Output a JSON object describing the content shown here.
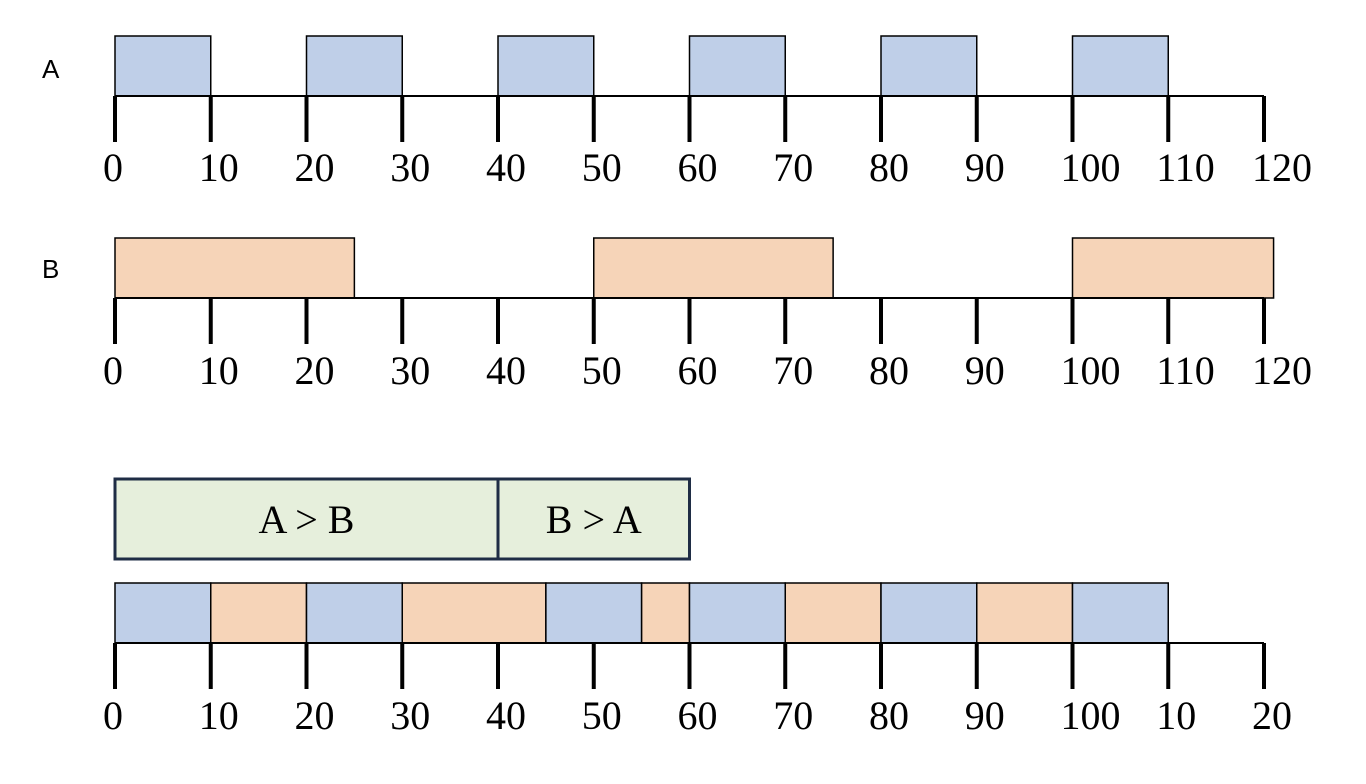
{
  "colors": {
    "task_a": "#bfcfe8",
    "task_b": "#f6d4b8",
    "priority_box": "#e6efdc",
    "priority_border": "#1f2d45",
    "axis": "#000000",
    "block_border": "#000000"
  },
  "timelines": [
    {
      "label": "A",
      "task": "a",
      "blocks": [
        [
          0,
          10
        ],
        [
          20,
          30
        ],
        [
          40,
          50
        ],
        [
          60,
          70
        ],
        [
          80,
          90
        ],
        [
          100,
          110
        ]
      ],
      "ticks": [
        0,
        10,
        20,
        30,
        40,
        50,
        60,
        70,
        80,
        90,
        100,
        110,
        120
      ],
      "tick_labels": [
        "0",
        "10",
        "20",
        "30",
        "40",
        "50",
        "60",
        "70",
        "80",
        "90",
        "100",
        "110",
        "120"
      ]
    },
    {
      "label": "B",
      "task": "b",
      "blocks": [
        [
          0,
          25
        ],
        [
          50,
          75
        ],
        [
          100,
          121
        ]
      ],
      "ticks": [
        0,
        10,
        20,
        30,
        40,
        50,
        60,
        70,
        80,
        90,
        100,
        110,
        120
      ],
      "tick_labels": [
        "0",
        "10",
        "20",
        "30",
        "40",
        "50",
        "60",
        "70",
        "80",
        "90",
        "100",
        "110",
        "120"
      ]
    },
    {
      "label": "",
      "task": "mixed",
      "blocks": [
        [
          0,
          10,
          "a"
        ],
        [
          10,
          20,
          "b"
        ],
        [
          20,
          30,
          "a"
        ],
        [
          30,
          45,
          "b"
        ],
        [
          45,
          55,
          "a"
        ],
        [
          55,
          60,
          "b"
        ],
        [
          60,
          70,
          "a"
        ],
        [
          70,
          80,
          "b"
        ],
        [
          80,
          90,
          "a"
        ],
        [
          90,
          100,
          "b"
        ],
        [
          100,
          110,
          "a"
        ]
      ],
      "ticks": [
        0,
        10,
        20,
        30,
        40,
        50,
        60,
        70,
        80,
        90,
        100,
        110,
        120
      ],
      "tick_labels": [
        "0",
        "10",
        "20",
        "30",
        "40",
        "50",
        "60",
        "70",
        "80",
        "90",
        "100",
        "10",
        "20"
      ]
    }
  ],
  "priority_segments": [
    {
      "from": 0,
      "to": 40,
      "label": "A > B"
    },
    {
      "from": 40,
      "to": 60,
      "label": "B > A"
    }
  ]
}
